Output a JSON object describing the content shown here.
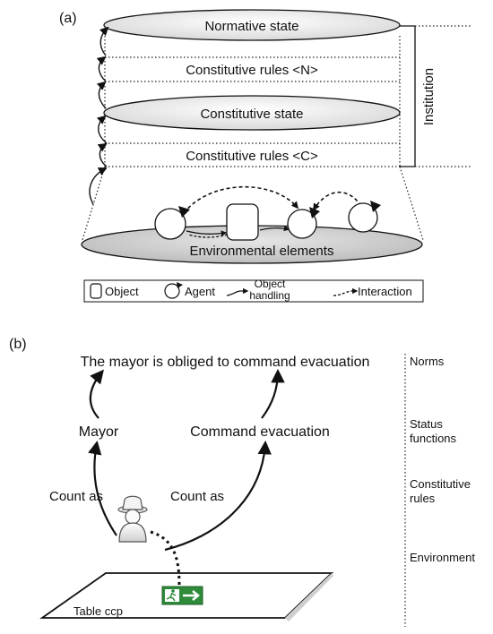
{
  "panel_a": {
    "label": "(a)",
    "normative_state": "Normative state",
    "constitutive_rules_n": "Constitutive rules <N>",
    "constitutive_state": "Constitutive state",
    "constitutive_rules_c": "Constitutive rules <C>",
    "institution": "Institution",
    "environmental_elements": "Environmental elements",
    "legend": {
      "object": "Object",
      "agent": "Agent",
      "object_handling_line1": "Object",
      "object_handling_line2": "handling",
      "interaction": "Interaction"
    }
  },
  "panel_b": {
    "label": "(b)",
    "norm_statement": "The mayor is obliged to command evacuation",
    "mayor": "Mayor",
    "command_evacuation": "Command evacuation",
    "count_as_left": "Count as",
    "count_as_right": "Count as",
    "table": "Table ccp",
    "levels": {
      "norms": "Norms",
      "status_line1": "Status",
      "status_line2": "functions",
      "constitutive_line1": "Constitutive",
      "constitutive_line2": "rules",
      "environment": "Environment"
    }
  }
}
